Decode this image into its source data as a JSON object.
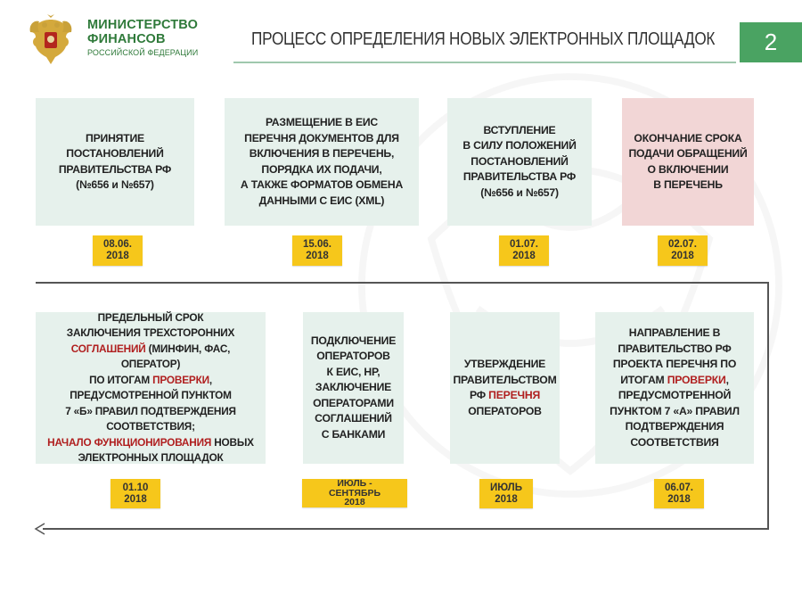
{
  "header": {
    "ministry_line1": "МИНИСТЕРСТВО",
    "ministry_line2": "ФИНАНСОВ",
    "ministry_line3": "РОССИЙСКОЙ ФЕДЕРАЦИИ",
    "logo_icon": "double-headed-eagle-emblem",
    "title": "ПРОЦЕСС ОПРЕДЕЛЕНИЯ НОВЫХ ЭЛЕКТРОННЫХ ПЛОЩАДОК",
    "page_number": "2"
  },
  "colors": {
    "brand_green": "#2f7a3a",
    "page_badge": "#4aa362",
    "box_green": "#e6f1ec",
    "box_pink": "#f2d6d6",
    "date_yellow": "#f6c71b",
    "highlight_red": "#b01f1f"
  },
  "top_row": [
    {
      "text": "ПРИНЯТИЕ\nПОСТАНОВЛЕНИЙ\nПРАВИТЕЛЬСТВА РФ\n(№656 и №657)",
      "date": "08.06.\n2018"
    },
    {
      "text": "РАЗМЕЩЕНИЕ В ЕИС\nПЕРЕЧНЯ ДОКУМЕНТОВ ДЛЯ\nВКЛЮЧЕНИЯ В ПЕРЕЧЕНЬ,\nПОРЯДКА ИХ ПОДАЧИ,\nА ТАКЖЕ ФОРМАТОВ ОБМЕНА\nДАННЫМИ С ЕИС (XML)",
      "date": "15.06.\n2018"
    },
    {
      "text": "ВСТУПЛЕНИЕ\nВ СИЛУ ПОЛОЖЕНИЙ\nПОСТАНОВЛЕНИЙ\nПРАВИТЕЛЬСТВА РФ\n(№656 и №657)",
      "date": "01.07.\n2018"
    },
    {
      "text": "ОКОНЧАНИЕ СРОКА\nПОДАЧИ ОБРАЩЕНИЙ\nО ВКЛЮЧЕНИИ\nВ ПЕРЕЧЕНЬ",
      "date": "02.07.\n2018"
    }
  ],
  "bottom_row": [
    {
      "parts": [
        {
          "t": "ПРЕДЕЛЬНЫЙ СРОК\nЗАКЛЮЧЕНИЯ ТРЕХСТОРОННИХ\n",
          "red": false
        },
        {
          "t": "СОГЛАШЕНИЙ",
          "red": true
        },
        {
          "t": " (МИНФИН, ФАС, ОПЕРАТОР)\nПО ИТОГАМ ",
          "red": false
        },
        {
          "t": "ПРОВЕРКИ",
          "red": true
        },
        {
          "t": ",\nПРЕДУСМОТРЕННОЙ ПУНКТОМ\n7 «Б» ПРАВИЛ ПОДТВЕРЖДЕНИЯ\nСООТВЕТСТВИЯ;\n",
          "red": false
        },
        {
          "t": "НАЧАЛО ФУНКЦИОНИРОВАНИЯ",
          "red": true
        },
        {
          "t": " НОВЫХ\nЭЛЕКТРОННЫХ ПЛОЩАДОК",
          "red": false
        }
      ],
      "date": "01.10\n2018"
    },
    {
      "parts": [
        {
          "t": "ПОДКЛЮЧЕНИЕ\nОПЕРАТОРОВ\nК ЕИС, НР,\nЗАКЛЮЧЕНИЕ\nОПЕРАТОРАМИ\nСОГЛАШЕНИЙ\nС БАНКАМИ",
          "red": false
        }
      ],
      "date": "ИЮЛЬ -\nСЕНТЯБРЬ\n2018"
    },
    {
      "parts": [
        {
          "t": "УТВЕРЖДЕНИЕ\nПРАВИТЕЛЬСТВОМ\nРФ ",
          "red": false
        },
        {
          "t": "ПЕРЕЧНЯ",
          "red": true
        },
        {
          "t": "\nОПЕРАТОРОВ",
          "red": false
        }
      ],
      "date": "ИЮЛЬ\n2018"
    },
    {
      "parts": [
        {
          "t": "НАПРАВЛЕНИЕ В\nПРАВИТЕЛЬСТВО РФ\nПРОЕКТА ПЕРЕЧНЯ ПО\nИТОГАМ ",
          "red": false
        },
        {
          "t": "ПРОВЕРКИ",
          "red": true
        },
        {
          "t": ",\nПРЕДУСМОТРЕННОЙ\nПУНКТОМ 7 «А» ПРАВИЛ\nПОДТВЕРЖДЕНИЯ\nСООТВЕТСТВИЯ",
          "red": false
        }
      ],
      "date": "06.07.\n2018"
    }
  ],
  "connector": {
    "direction": "right-to-left",
    "arrow_icon": "arrow-left-icon"
  }
}
